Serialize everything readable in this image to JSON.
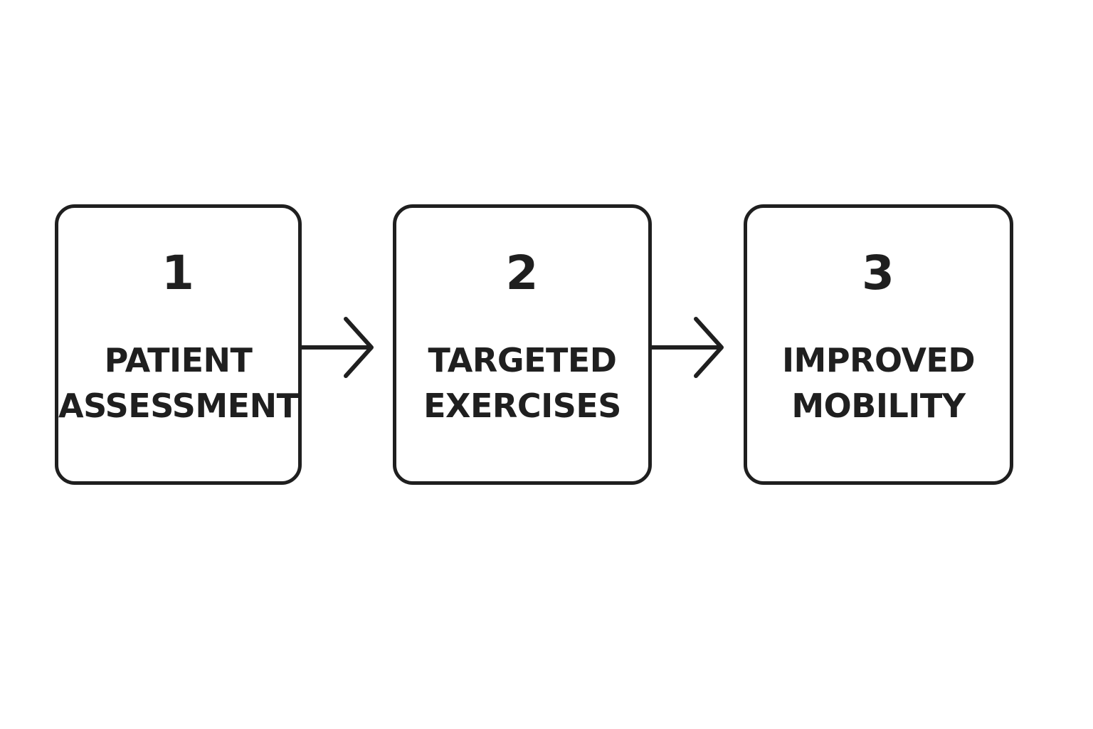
{
  "steps": [
    {
      "number": "1",
      "line1": "PATIENT",
      "line2": "ASSESSMENT"
    },
    {
      "number": "2",
      "line1": "TARGETED",
      "line2": "EXERCISES"
    },
    {
      "number": "3",
      "line1": "IMPROVED",
      "line2": "MOBILITY"
    }
  ],
  "colors": {
    "stroke": "#1f1f1f",
    "background": "#ffffff"
  }
}
